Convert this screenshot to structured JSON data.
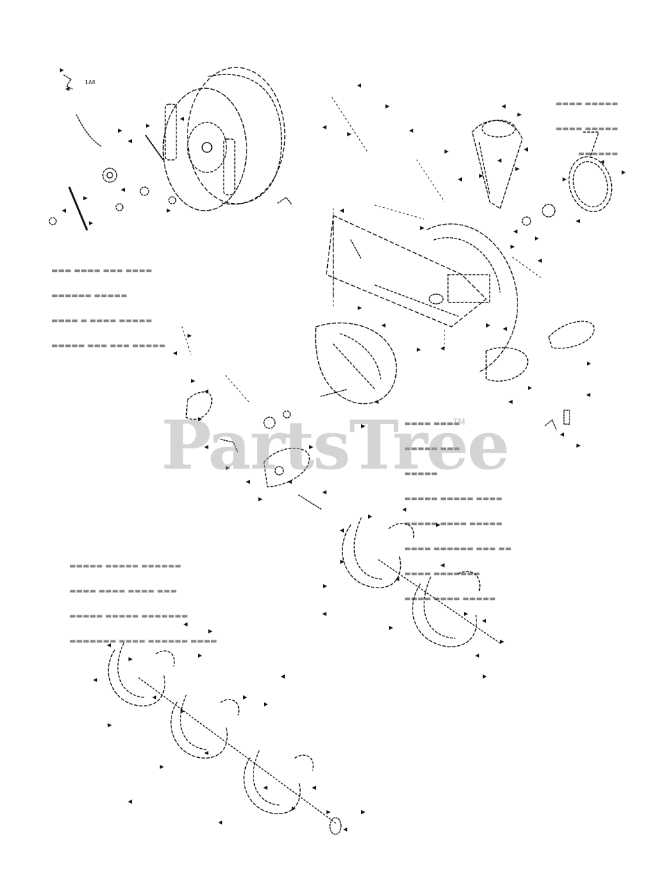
{
  "diagram": {
    "watermark": "PartsTree",
    "watermark_mark": "TM",
    "tag_label": "1A8"
  }
}
